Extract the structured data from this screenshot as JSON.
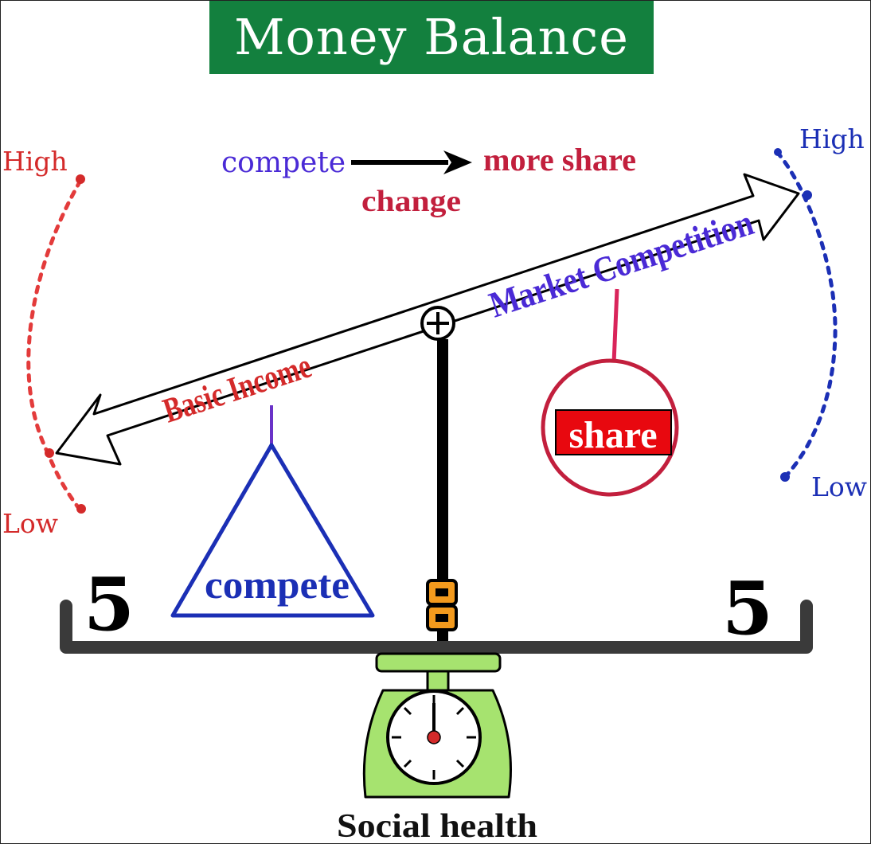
{
  "title": "Money Balance",
  "top_flow": {
    "from": "compete",
    "to": "more share",
    "below": "change"
  },
  "left_scale": {
    "high": "High",
    "low": "Low"
  },
  "right_scale": {
    "high": "High",
    "low": "Low"
  },
  "beam": {
    "left_label": "Basic Income",
    "right_label": "Market Competition"
  },
  "pivot_symbol": "⊕",
  "left_weight_label": "compete",
  "right_weight_label": "share",
  "left_number": "5",
  "right_number": "5",
  "base_label": "Social health",
  "colors": {
    "title_bg": "#13803e",
    "red": "#d42a2a",
    "blue": "#1b2fb5",
    "purple": "#4a2ad6",
    "crimson": "#c21f3d",
    "scale_green": "#a6e36f",
    "orange": "#f39a1d"
  }
}
